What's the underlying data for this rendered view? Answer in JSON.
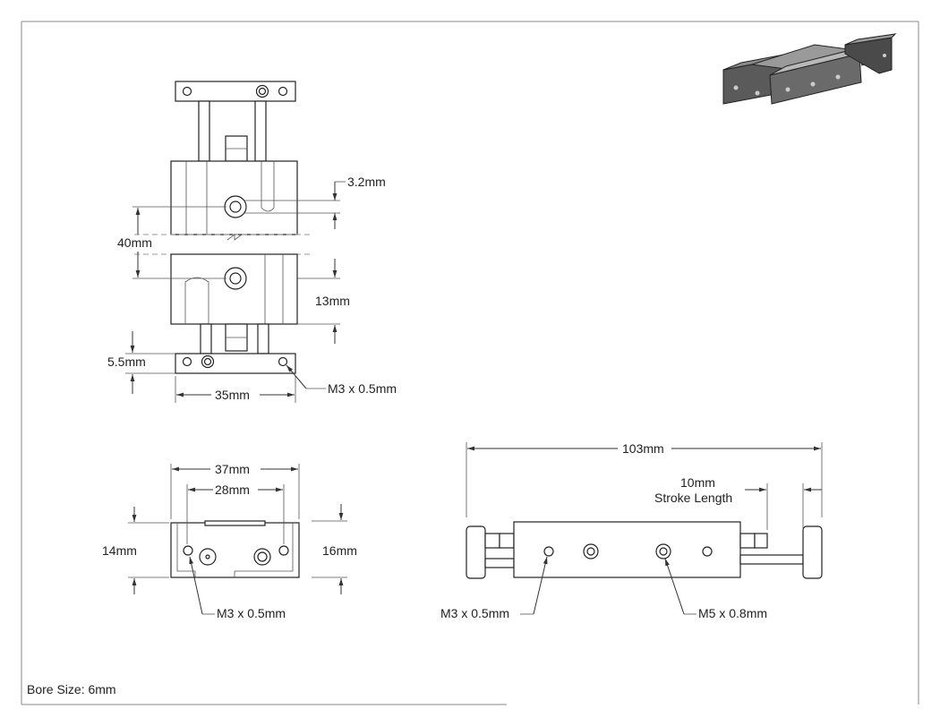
{
  "dimensions": {
    "top_view": {
      "d_3_2": "3.2mm",
      "d_40": "40mm",
      "d_13": "13mm",
      "d_5_5": "5.5mm",
      "d_35": "35mm",
      "thread": "M3 x 0.5mm"
    },
    "end_view": {
      "d_37": "37mm",
      "d_28": "28mm",
      "d_14": "14mm",
      "d_16": "16mm",
      "thread": "M3 x 0.5mm"
    },
    "side_view": {
      "d_103": "103mm",
      "stroke_value": "10mm",
      "stroke_label": "Stroke Length",
      "thread_small": "M3 x 0.5mm",
      "thread_port": "M5 x 0.8mm"
    }
  },
  "footer": {
    "bore_size": "Bore Size: 6mm"
  },
  "colors": {
    "line": "#222222",
    "border": "#888888",
    "iso_dark": "#3a3a3a",
    "iso_mid": "#8a8a8a",
    "iso_light": "#c8c8c8"
  }
}
